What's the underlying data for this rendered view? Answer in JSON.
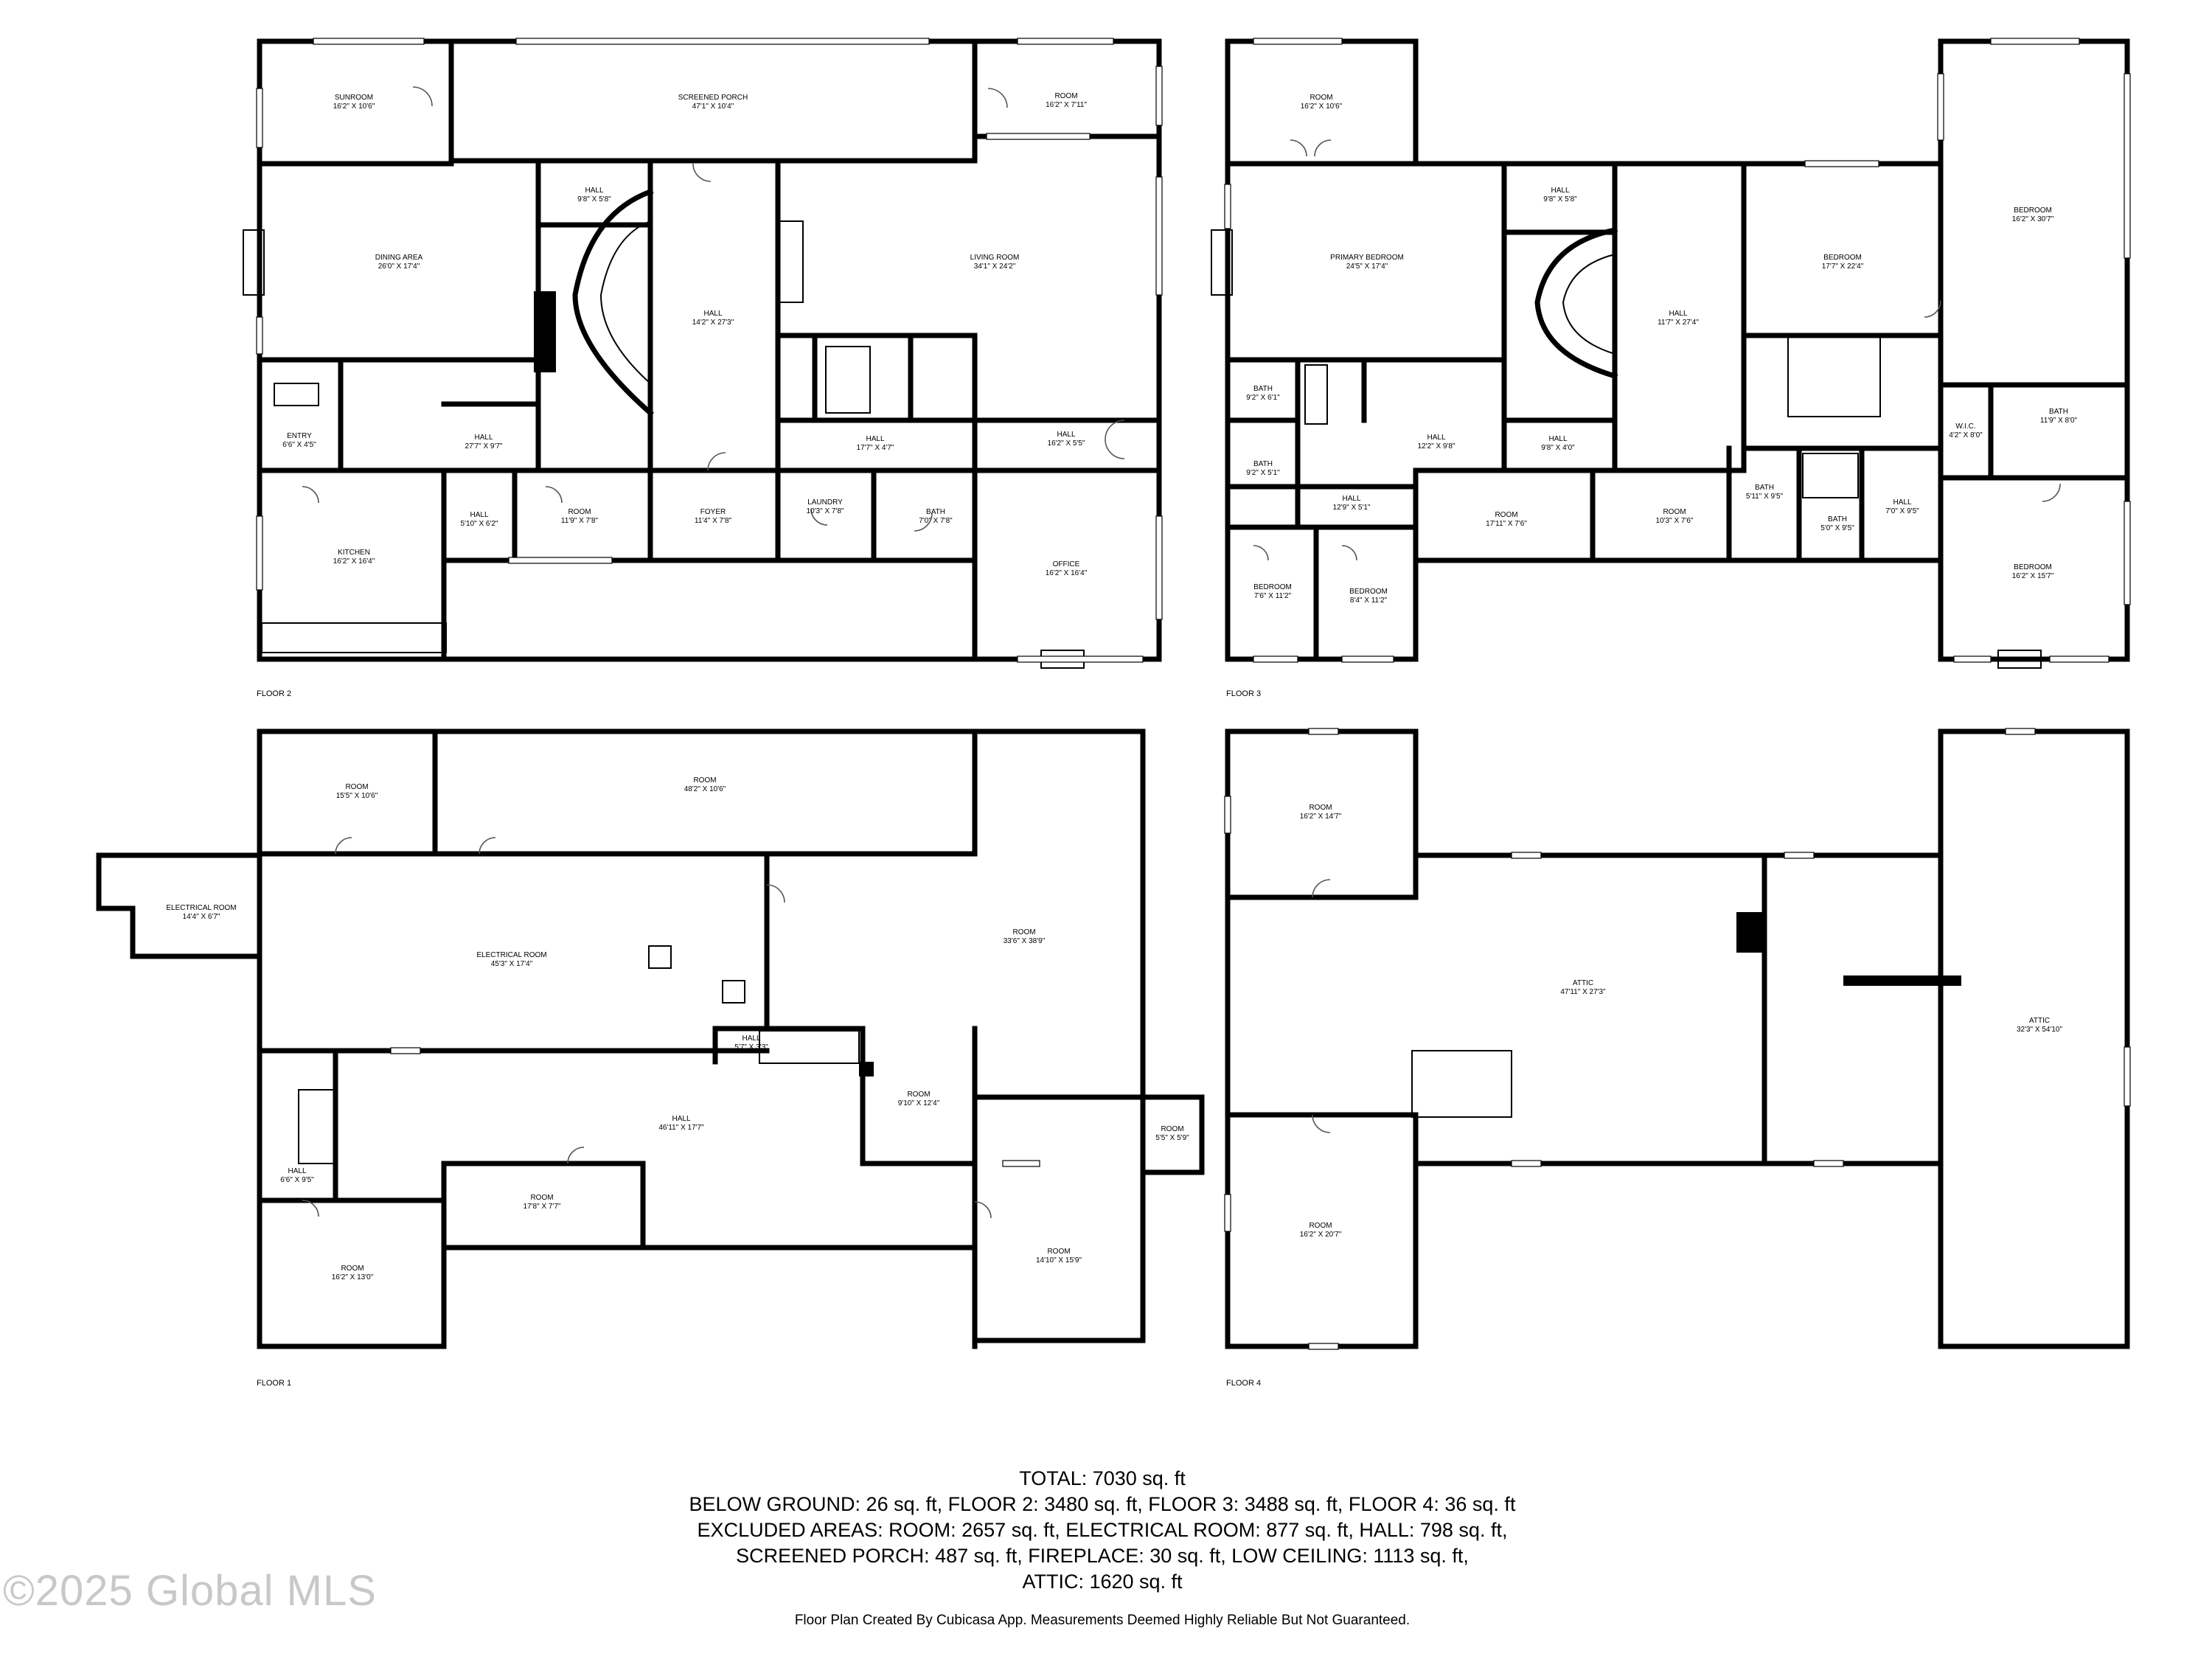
{
  "floors": [
    {
      "label": "FLOOR 2",
      "rooms": [
        {
          "name": "SUNROOM",
          "dims": "16'2\" X 10'6\""
        },
        {
          "name": "SCREENED PORCH",
          "dims": "47'1\" X 10'4\""
        },
        {
          "name": "ROOM",
          "dims": "16'2\" X 7'11\""
        },
        {
          "name": "HALL",
          "dims": "9'8\" X 5'8\""
        },
        {
          "name": "DINING AREA",
          "dims": "26'0\" X 17'4\""
        },
        {
          "name": "HALL",
          "dims": "14'2\" X 27'3\""
        },
        {
          "name": "LIVING ROOM",
          "dims": "34'1\" X 24'2\""
        },
        {
          "name": "ENTRY",
          "dims": "6'6\" X 4'5\""
        },
        {
          "name": "HALL",
          "dims": "27'7\" X 9'7\""
        },
        {
          "name": "HALL",
          "dims": "17'7\" X 4'7\""
        },
        {
          "name": "HALL",
          "dims": "16'2\" X 5'5\""
        },
        {
          "name": "HALL",
          "dims": "5'10\" X 6'2\""
        },
        {
          "name": "ROOM",
          "dims": "11'9\" X 7'8\""
        },
        {
          "name": "FOYER",
          "dims": "11'4\" X 7'8\""
        },
        {
          "name": "LAUNDRY",
          "dims": "10'3\" X 7'8\""
        },
        {
          "name": "BATH",
          "dims": "7'0\" X 7'8\""
        },
        {
          "name": "KITCHEN",
          "dims": "16'2\" X 16'4\""
        },
        {
          "name": "OFFICE",
          "dims": "16'2\" X 16'4\""
        }
      ]
    },
    {
      "label": "FLOOR 3",
      "rooms": [
        {
          "name": "ROOM",
          "dims": "16'2\" X 10'6\""
        },
        {
          "name": "BEDROOM",
          "dims": "16'2\" X 30'7\""
        },
        {
          "name": "HALL",
          "dims": "9'8\" X 5'8\""
        },
        {
          "name": "PRIMARY BEDROOM",
          "dims": "24'5\" X 17'4\""
        },
        {
          "name": "BEDROOM",
          "dims": "17'7\" X 22'4\""
        },
        {
          "name": "HALL",
          "dims": "11'7\" X 27'4\""
        },
        {
          "name": "BATH",
          "dims": "9'2\" X 6'1\""
        },
        {
          "name": "BATH",
          "dims": "11'9\" X 8'0\""
        },
        {
          "name": "W.I.C.",
          "dims": "4'2\" X 8'0\""
        },
        {
          "name": "HALL",
          "dims": "12'2\" X 9'8\""
        },
        {
          "name": "HALL",
          "dims": "9'8\" X 4'0\""
        },
        {
          "name": "BATH",
          "dims": "9'2\" X 5'1\""
        },
        {
          "name": "HALL",
          "dims": "12'9\" X 5'1\""
        },
        {
          "name": "BATH",
          "dims": "5'11\" X 9'5\""
        },
        {
          "name": "ROOM",
          "dims": "17'11\" X 7'6\""
        },
        {
          "name": "ROOM",
          "dims": "10'3\" X 7'6\""
        },
        {
          "name": "BATH",
          "dims": "5'0\" X 9'5\""
        },
        {
          "name": "HALL",
          "dims": "7'0\" X 9'5\""
        },
        {
          "name": "BEDROOM",
          "dims": "7'6\" X 11'2\""
        },
        {
          "name": "BEDROOM",
          "dims": "8'4\" X 11'2\""
        },
        {
          "name": "BEDROOM",
          "dims": "16'2\" X 15'7\""
        }
      ]
    },
    {
      "label": "FLOOR 1",
      "rooms": [
        {
          "name": "ROOM",
          "dims": "15'5\" X 10'6\""
        },
        {
          "name": "ROOM",
          "dims": "48'2\" X 10'6\""
        },
        {
          "name": "ELECTRICAL ROOM",
          "dims": "14'4\" X 6'7\""
        },
        {
          "name": "ROOM",
          "dims": "33'6\" X 38'9\""
        },
        {
          "name": "ELECTRICAL ROOM",
          "dims": "45'3\" X 17'4\""
        },
        {
          "name": "HALL",
          "dims": "5'7\" X 3'3\""
        },
        {
          "name": "ROOM",
          "dims": "9'10\" X 12'4\""
        },
        {
          "name": "HALL",
          "dims": "46'11\" X 17'7\""
        },
        {
          "name": "ROOM",
          "dims": "5'5\" X 5'9\""
        },
        {
          "name": "HALL",
          "dims": "6'6\" X 9'5\""
        },
        {
          "name": "ROOM",
          "dims": "17'8\" X 7'7\""
        },
        {
          "name": "ROOM",
          "dims": "16'2\" X 13'0\""
        },
        {
          "name": "ROOM",
          "dims": "14'10\" X 15'9\""
        }
      ]
    },
    {
      "label": "FLOOR 4",
      "rooms": [
        {
          "name": "ROOM",
          "dims": "16'2\" X 14'7\""
        },
        {
          "name": "ATTIC",
          "dims": "47'11\" X 27'3\""
        },
        {
          "name": "ATTIC",
          "dims": "32'3\" X 54'10\""
        },
        {
          "name": "ROOM",
          "dims": "16'2\" X 20'7\""
        }
      ]
    }
  ],
  "summary": {
    "line1": "TOTAL: 7030 sq. ft",
    "line2": "BELOW GROUND: 26 sq. ft, FLOOR 2: 3480 sq. ft, FLOOR 3: 3488 sq. ft, FLOOR 4: 36 sq. ft",
    "line3": "EXCLUDED AREAS: ROOM: 2657 sq. ft, ELECTRICAL ROOM: 877 sq. ft, HALL: 798 sq. ft,",
    "line4": "SCREENED PORCH: 487 sq. ft, FIREPLACE: 30 sq. ft, LOW CEILING: 1113 sq. ft,",
    "line5": "ATTIC: 1620 sq. ft"
  },
  "disclaimer": "Floor Plan Created By Cubicasa App. Measurements Deemed Highly Reliable But Not Guaranteed.",
  "copyright": "©2025 Global MLS"
}
